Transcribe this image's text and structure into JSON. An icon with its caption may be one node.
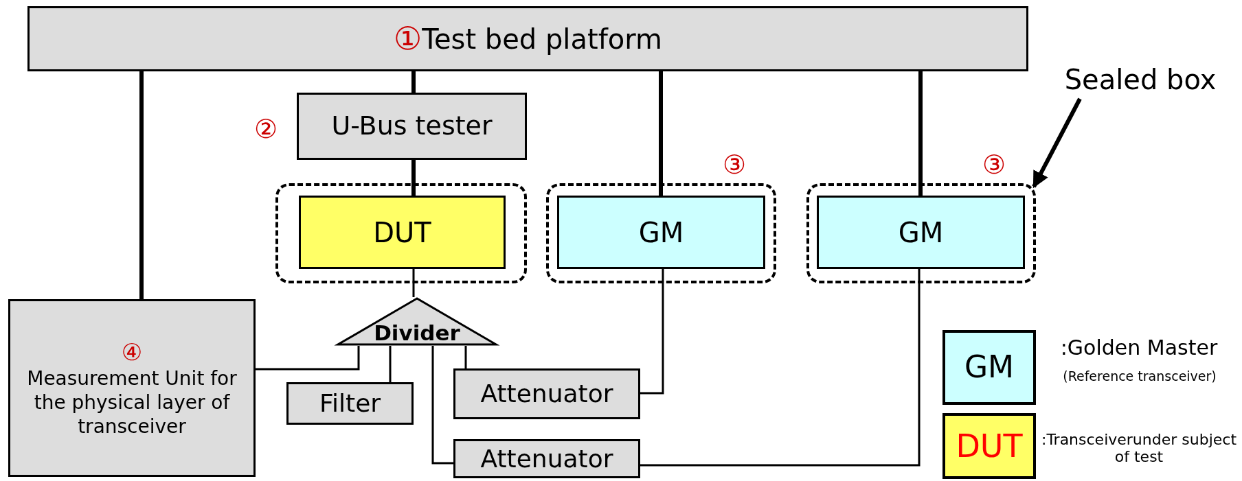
{
  "diagram": {
    "nodes": [
      {
        "text": [
          "①",
          "Test bed platform"
        ]
      },
      {
        "text": [
          "U-Bus tester"
        ],
        "beside": [
          "②"
        ]
      },
      {
        "text": [],
        "shape": "box"
      },
      {
        "text": [
          "DUT"
        ],
        "in": 2
      },
      {
        "text": [],
        "shape": "box",
        "beside": [
          "③"
        ]
      },
      {
        "text": [
          "GM"
        ],
        "in": 4
      },
      {
        "text": [],
        "shape": "box",
        "beside": [
          "③"
        ]
      },
      {
        "text": [
          "GM"
        ],
        "in": 6
      },
      {
        "text": [
          "Sealed box"
        ]
      },
      {
        "text": [
          "④",
          "Measurement Unit for the physical layer of transceiver"
        ]
      },
      {
        "text": [
          "Divider"
        ]
      },
      {
        "text": [
          "Filter"
        ]
      },
      {
        "text": [
          "Attenuator"
        ]
      },
      {
        "text": [
          "Attenuator"
        ]
      },
      {
        "text": [
          "GM"
        ],
        "beside": [
          ":Golden Master",
          "(Reference transceiver)"
        ]
      },
      {
        "text": [
          "DUT"
        ],
        "beside": [
          ":Transceiverunder subject of test"
        ]
      }
    ],
    "edges": [
      {
        "from": 0,
        "to": 9,
        "arrow": "none",
        "style": "thick"
      },
      {
        "from": 0,
        "to": 1,
        "arrow": "none",
        "style": "thick"
      },
      {
        "from": 1,
        "to": 3,
        "arrow": "none",
        "style": "thick"
      },
      {
        "from": 0,
        "to": 5,
        "arrow": "none",
        "style": "thick"
      },
      {
        "from": 0,
        "to": 7,
        "arrow": "none",
        "style": "thick"
      },
      {
        "from": 8,
        "to": 6,
        "arrow": "to",
        "style": "thick"
      },
      {
        "from": 3,
        "to": 10,
        "arrow": "none"
      },
      {
        "from": 10,
        "to": 9,
        "arrow": "none"
      },
      {
        "from": 10,
        "to": 11,
        "arrow": "none"
      },
      {
        "from": 10,
        "to": 12,
        "arrow": "none"
      },
      {
        "from": 10,
        "to": 13,
        "arrow": "none"
      },
      {
        "from": 12,
        "to": 5,
        "arrow": "none"
      },
      {
        "from": 13,
        "to": 7,
        "arrow": "none"
      }
    ]
  }
}
